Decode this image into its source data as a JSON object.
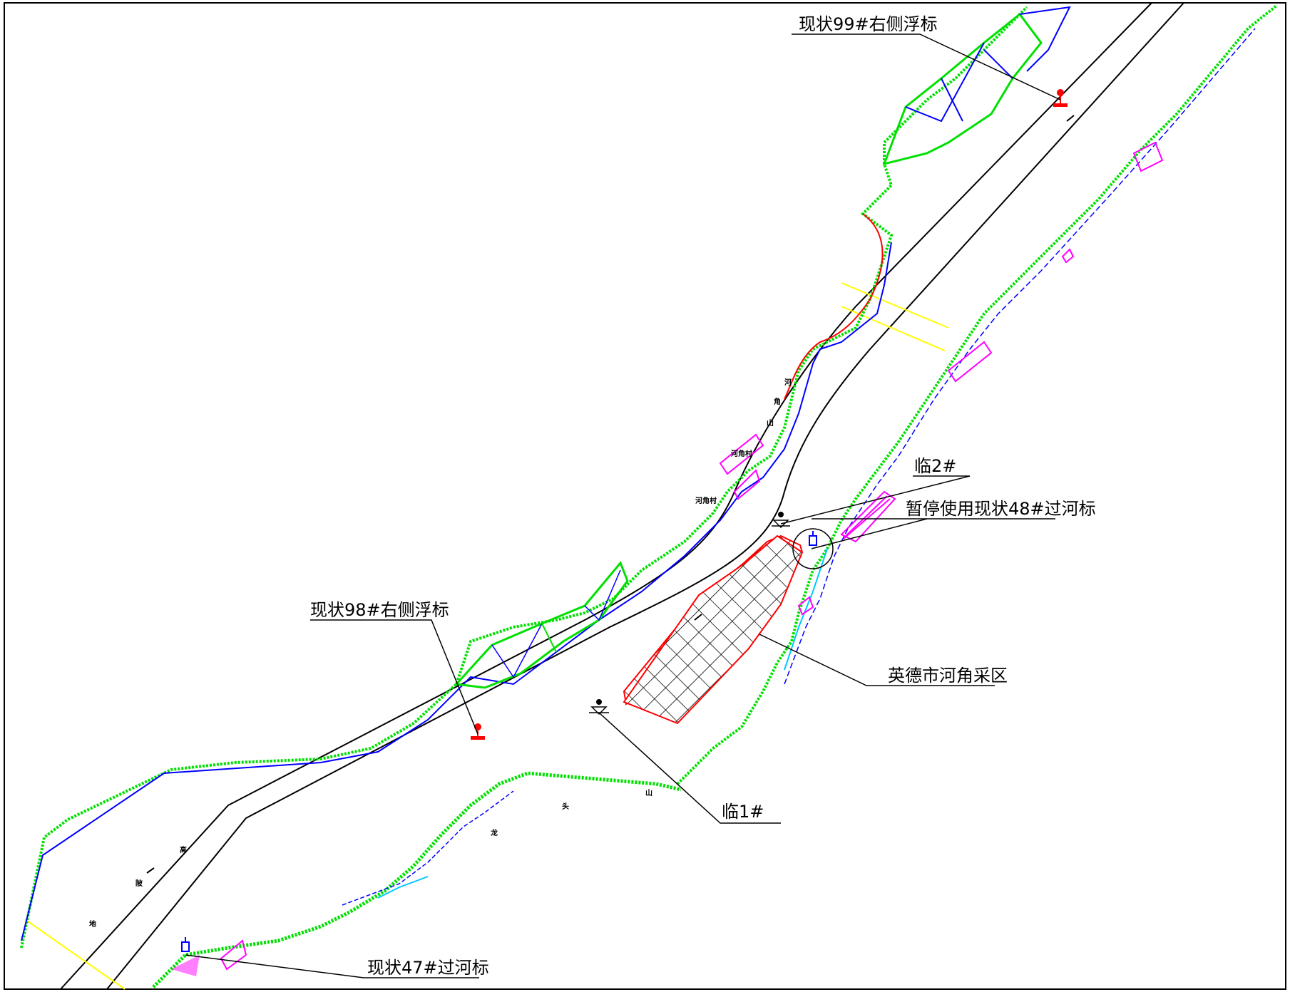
{
  "map": {
    "labels": {
      "buoy99": "现状99#右侧浮标",
      "buoy98": "现状98#右侧浮标",
      "temp2": "临2#",
      "suspended48": "暂停使用现状48#过河标",
      "mining_area": "英德市河角采区",
      "temp1": "临1#",
      "cross47": "现状47#过河标"
    },
    "place_names": {
      "village1": "河角村",
      "village2": "河角村",
      "he": "河",
      "jiao": "角",
      "shan1": "山",
      "shan2": "山",
      "tou": "头",
      "long": "龙",
      "gao": "高",
      "po": "陂",
      "di": "地"
    },
    "colors": {
      "bank_green": "#00e000",
      "water_blue": "#0000ff",
      "survey_red": "#ff0000",
      "structure_magenta": "#ff00ff",
      "cyan": "#00c8ff",
      "guide_yellow": "#ffff00",
      "channel_black": "#000000"
    }
  }
}
